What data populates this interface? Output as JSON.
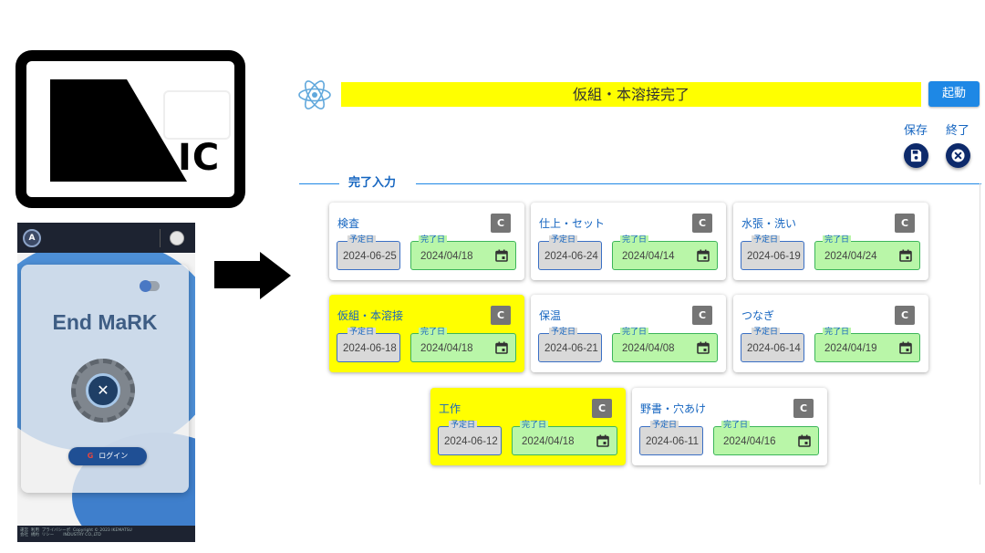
{
  "logo": {
    "mark": "IC"
  },
  "phone": {
    "title": "End MaRK",
    "login_label": "ログイン",
    "google_glyph": "G",
    "footer_text": "運営  利用  プライバシーポ  Copyright © 2023 IKEMATSU\n会社  規約  リシー       INDUSTRY CO.,LTD"
  },
  "app": {
    "title": "仮組・本溶接完了",
    "start_button": "起動",
    "save_label": "保存",
    "exit_label": "終了",
    "section_title": "完了入力",
    "field_labels": {
      "planned": "予定日",
      "done": "完了日"
    },
    "c_label": "C",
    "colors": {
      "highlight": "#ffff00",
      "accent": "#1e88e5",
      "done_field": "#b9f6a8",
      "planned_field": "#d9d9d9"
    },
    "tasks": [
      {
        "name": "検査",
        "planned": "2024-06-25",
        "done": "2024/04/18",
        "highlight": false
      },
      {
        "name": "仕上・セット",
        "planned": "2024-06-24",
        "done": "2024/04/14",
        "highlight": false
      },
      {
        "name": "水張・洗い",
        "planned": "2024-06-19",
        "done": "2024/04/24",
        "highlight": false
      },
      {
        "name": "仮組・本溶接",
        "planned": "2024-06-18",
        "done": "2024/04/18",
        "highlight": true
      },
      {
        "name": "保温",
        "planned": "2024-06-21",
        "done": "2024/04/08",
        "highlight": false
      },
      {
        "name": "つなぎ",
        "planned": "2024-06-14",
        "done": "2024/04/19",
        "highlight": false
      },
      {
        "name": "工作",
        "planned": "2024-06-12",
        "done": "2024/04/18",
        "highlight": true
      },
      {
        "name": "野書・穴あけ",
        "planned": "2024-06-11",
        "done": "2024/04/16",
        "highlight": false
      }
    ]
  }
}
